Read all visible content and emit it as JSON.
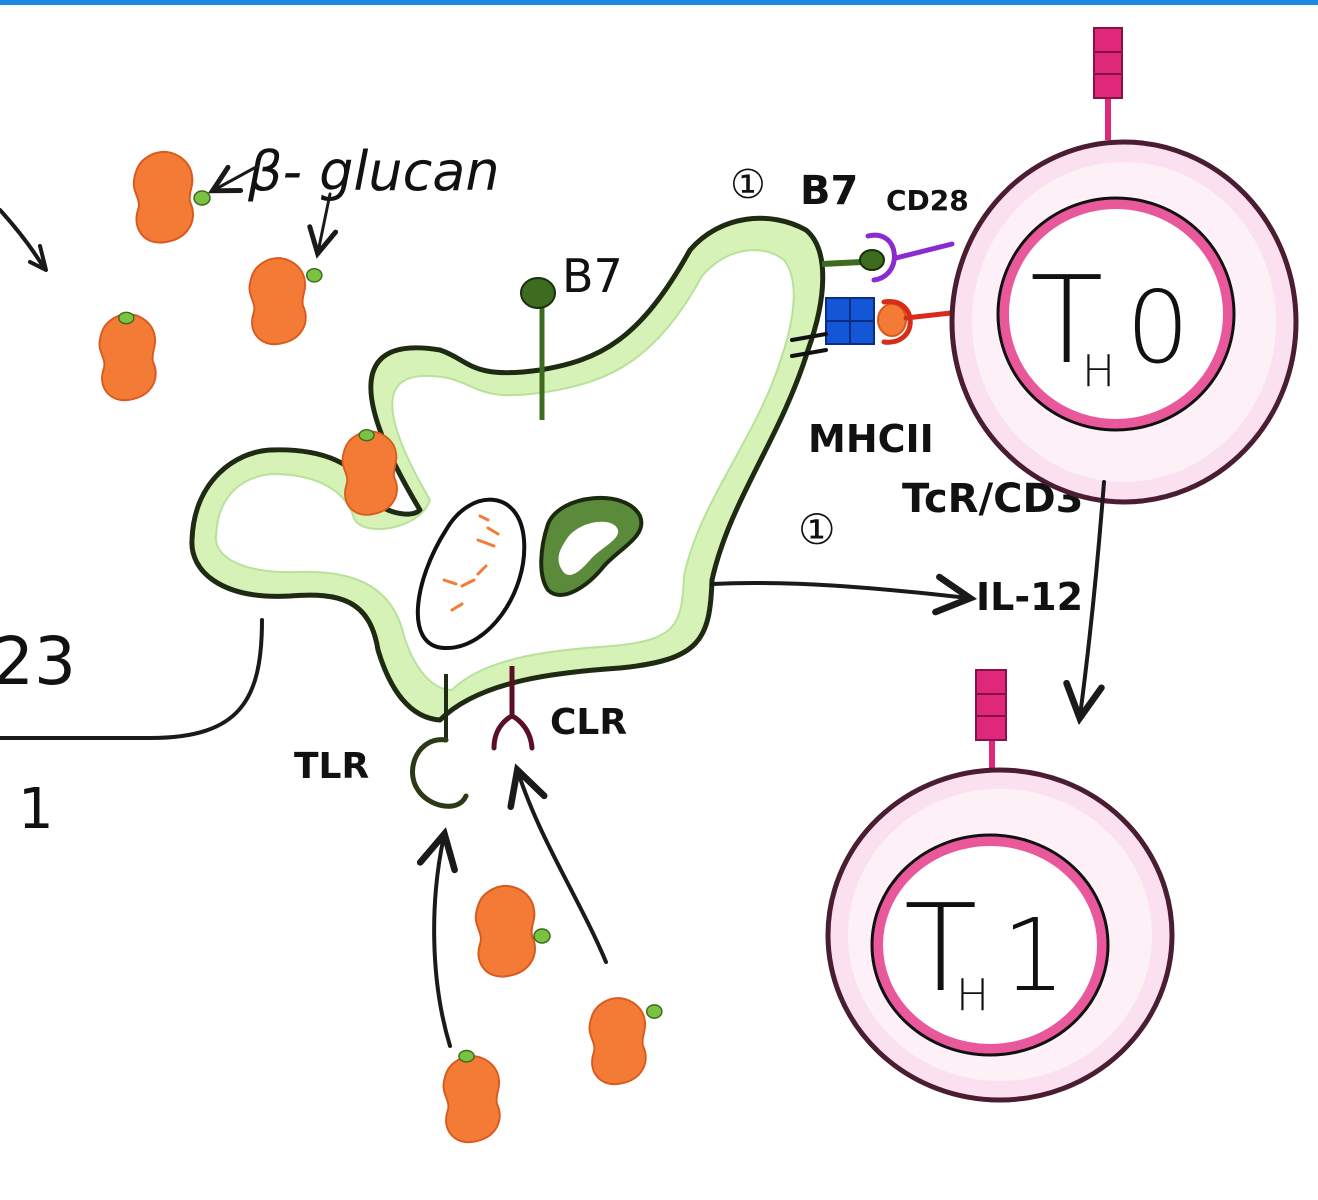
{
  "colors": {
    "accent_bar": "#1e88e5",
    "yeast": "#f47b35",
    "yeast_edge": "#d85a1f",
    "beta_glucan": "#7cc242",
    "membrane_fill": "#d6f2b6",
    "membrane_edge": "#1f2a12",
    "b7": "#3d6b1f",
    "mhc": "#1457d6",
    "cd28": "#8a2bd1",
    "tcr": "#d92b1a",
    "t_cell_ring": "#fbe0f0",
    "t_cell_edge": "#4a1d33",
    "nucleus_ring": "#e8589a",
    "receptor_pink": "#e0287a",
    "clr": "#5a0f24"
  },
  "labels": {
    "beta_glucan": "β- glucan",
    "b7_inner": "B7",
    "b7_outer": "B7",
    "cd28": "CD28",
    "step_b7": "①",
    "mhc": "MHCII",
    "step_tcr": "①",
    "tcr_cd3": "TcR/CD3",
    "il12": "IL-12",
    "tlr": "TLR",
    "clr": "CLR",
    "left_edge_number": "23",
    "left_edge_digit": "1"
  },
  "cells": {
    "th0": {
      "letter": "T",
      "sub": "H",
      "num": "0"
    },
    "th1": {
      "letter": "T",
      "sub": "H",
      "num": "1"
    }
  },
  "icons": [
    "arrow-icon",
    "yeast-icon",
    "receptor-icon"
  ]
}
